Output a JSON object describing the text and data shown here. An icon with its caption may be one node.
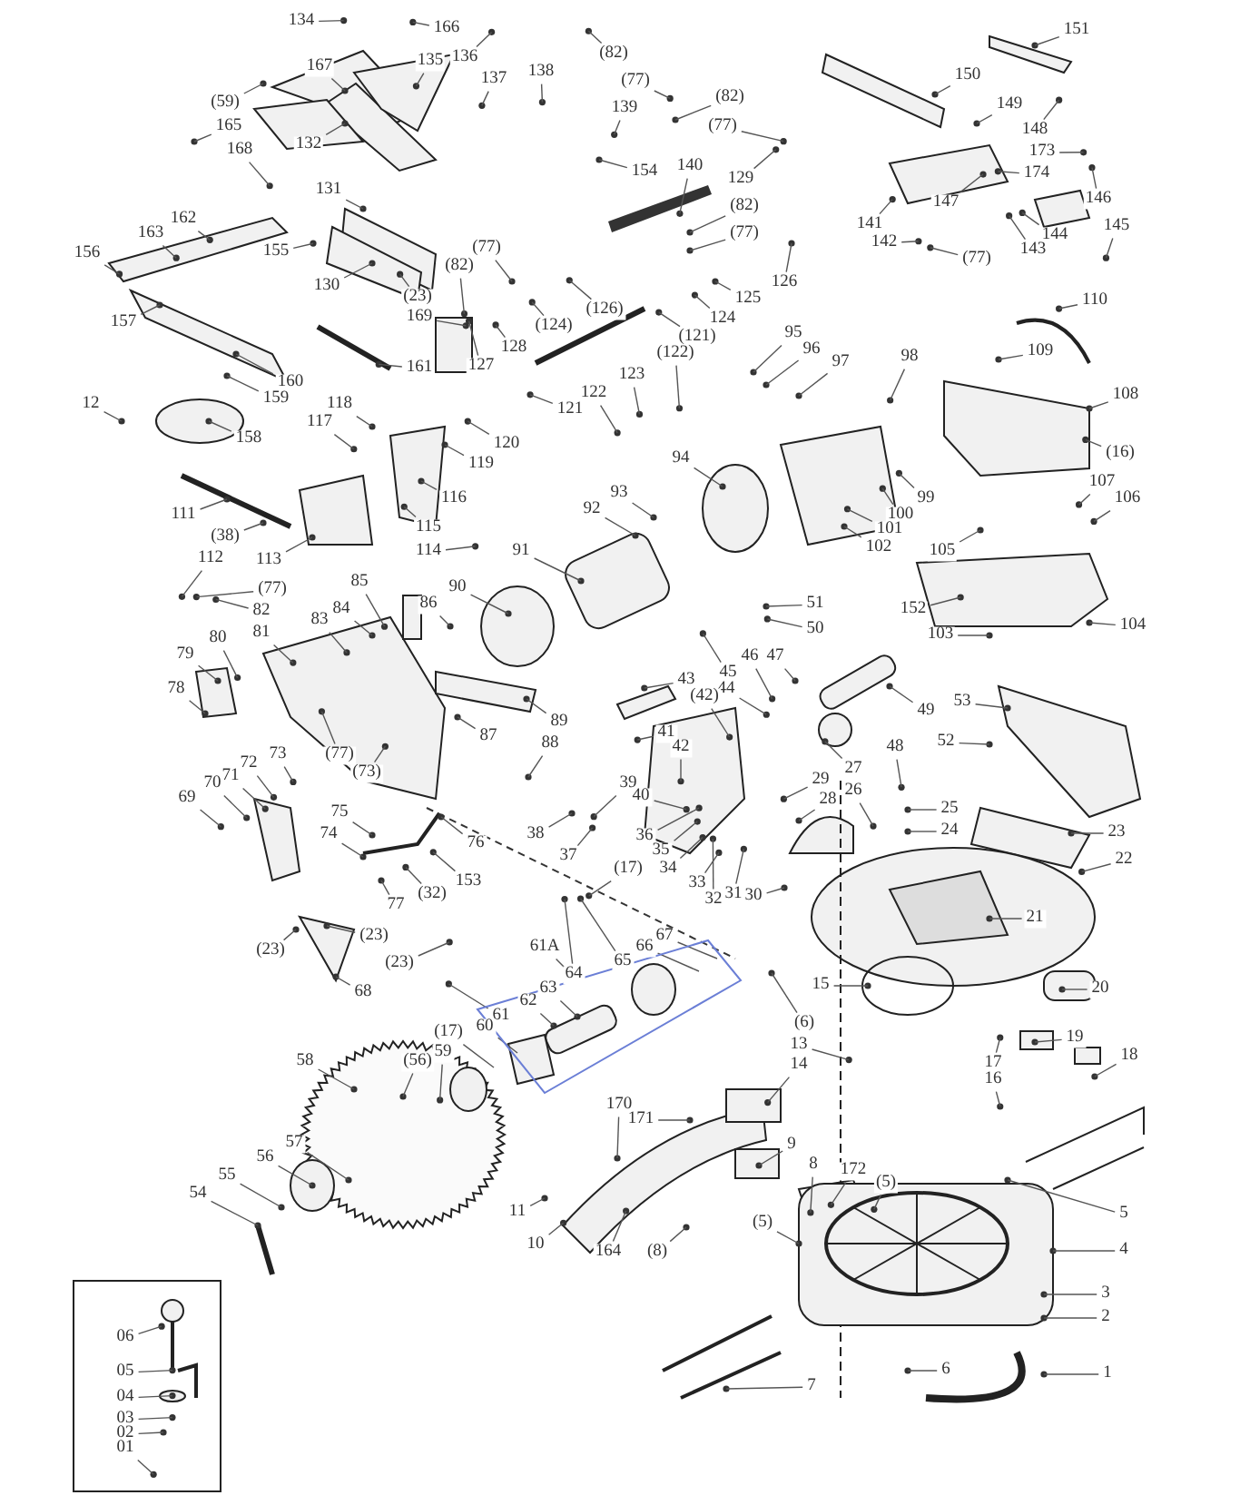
{
  "diagram": {
    "nodes": [
      {
        "text": [],
        "shape": "box"
      },
      {
        "text": [],
        "shape": "parallelogram"
      },
      {
        "text": [
          "61A"
        ]
      },
      {
        "text": [
          "134"
        ]
      },
      {
        "text": [
          "166"
        ]
      },
      {
        "text": [
          "135"
        ]
      },
      {
        "text": [
          "136"
        ]
      },
      {
        "text": [
          "167"
        ]
      },
      {
        "text": [
          "137"
        ]
      },
      {
        "text": [
          "138"
        ]
      },
      {
        "text": [
          "(59)"
        ]
      },
      {
        "text": [
          "165"
        ]
      },
      {
        "text": [
          "132"
        ]
      },
      {
        "text": [
          "168"
        ]
      },
      {
        "text": [
          "(82)"
        ]
      },
      {
        "text": [
          "(77)"
        ]
      },
      {
        "text": [
          "139"
        ]
      },
      {
        "text": [
          "(82)"
        ]
      },
      {
        "text": [
          "(77)"
        ]
      },
      {
        "text": [
          "154"
        ]
      },
      {
        "text": [
          "140"
        ]
      },
      {
        "text": [
          "129"
        ]
      },
      {
        "text": [
          "(82)"
        ]
      },
      {
        "text": [
          "(77)"
        ]
      },
      {
        "text": [
          "126"
        ]
      },
      {
        "text": [
          "125"
        ]
      },
      {
        "text": [
          "124"
        ]
      },
      {
        "text": [
          "(121)"
        ]
      },
      {
        "text": [
          "(122)"
        ]
      },
      {
        "text": [
          "123"
        ]
      },
      {
        "text": [
          "131"
        ]
      },
      {
        "text": [
          "162"
        ]
      },
      {
        "text": [
          "163"
        ]
      },
      {
        "text": [
          "156"
        ]
      },
      {
        "text": [
          "155"
        ]
      },
      {
        "text": [
          "130"
        ]
      },
      {
        "text": [
          "(77)"
        ]
      },
      {
        "text": [
          "(82)"
        ]
      },
      {
        "text": [
          "(23)"
        ]
      },
      {
        "text": [
          "169"
        ]
      },
      {
        "text": [
          "(126)"
        ]
      },
      {
        "text": [
          "(124)"
        ]
      },
      {
        "text": [
          "128"
        ]
      },
      {
        "text": [
          "127"
        ]
      },
      {
        "text": [
          "122"
        ]
      },
      {
        "text": [
          "121"
        ]
      },
      {
        "text": [
          "157"
        ]
      },
      {
        "text": [
          "160"
        ]
      },
      {
        "text": [
          "159"
        ]
      },
      {
        "text": [
          "161"
        ]
      },
      {
        "text": [
          "12"
        ]
      },
      {
        "text": [
          "158"
        ]
      },
      {
        "text": [
          "118"
        ]
      },
      {
        "text": [
          "117"
        ]
      },
      {
        "text": [
          "120"
        ]
      },
      {
        "text": [
          "119"
        ]
      },
      {
        "text": [
          "116"
        ]
      },
      {
        "text": [
          "111"
        ]
      },
      {
        "text": [
          "(38)"
        ]
      },
      {
        "text": [
          "115"
        ]
      },
      {
        "text": [
          "112"
        ]
      },
      {
        "text": [
          "113"
        ]
      },
      {
        "text": [
          "114"
        ]
      },
      {
        "text": [
          "151"
        ]
      },
      {
        "text": [
          "150"
        ]
      },
      {
        "text": [
          "149"
        ]
      },
      {
        "text": [
          "148"
        ]
      },
      {
        "text": [
          "173"
        ]
      },
      {
        "text": [
          "174"
        ]
      },
      {
        "text": [
          "147"
        ]
      },
      {
        "text": [
          "146"
        ]
      },
      {
        "text": [
          "145"
        ]
      },
      {
        "text": [
          "141"
        ]
      },
      {
        "text": [
          "142"
        ]
      },
      {
        "text": [
          "144"
        ]
      },
      {
        "text": [
          "143"
        ]
      },
      {
        "text": [
          "(77)"
        ]
      },
      {
        "text": [
          "110"
        ]
      },
      {
        "text": [
          "109"
        ]
      },
      {
        "text": [
          "108"
        ]
      },
      {
        "text": [
          "(16)"
        ]
      },
      {
        "text": [
          "107"
        ]
      },
      {
        "text": [
          "106"
        ]
      },
      {
        "text": [
          "95"
        ]
      },
      {
        "text": [
          "96"
        ]
      },
      {
        "text": [
          "97"
        ]
      },
      {
        "text": [
          "98"
        ]
      },
      {
        "text": [
          "94"
        ]
      },
      {
        "text": [
          "93"
        ]
      },
      {
        "text": [
          "92"
        ]
      },
      {
        "text": [
          "99"
        ]
      },
      {
        "text": [
          "100"
        ]
      },
      {
        "text": [
          "101"
        ]
      },
      {
        "text": [
          "102"
        ]
      },
      {
        "text": [
          "105"
        ]
      },
      {
        "text": [
          "152"
        ]
      },
      {
        "text": [
          "104"
        ]
      },
      {
        "text": [
          "103"
        ]
      },
      {
        "text": [
          "91"
        ]
      },
      {
        "text": [
          "85"
        ]
      },
      {
        "text": [
          "90"
        ]
      },
      {
        "text": [
          "86"
        ]
      },
      {
        "text": [
          "(77)"
        ]
      },
      {
        "text": [
          "82"
        ]
      },
      {
        "text": [
          "84"
        ]
      },
      {
        "text": [
          "83"
        ]
      },
      {
        "text": [
          "80"
        ]
      },
      {
        "text": [
          "81"
        ]
      },
      {
        "text": [
          "79"
        ]
      },
      {
        "text": [
          "78"
        ]
      },
      {
        "text": [
          "89"
        ]
      },
      {
        "text": [
          "87"
        ]
      },
      {
        "text": [
          "88"
        ]
      },
      {
        "text": [
          "51"
        ]
      },
      {
        "text": [
          "50"
        ]
      },
      {
        "text": [
          "46"
        ]
      },
      {
        "text": [
          "47"
        ]
      },
      {
        "text": [
          "45"
        ]
      },
      {
        "text": [
          "44"
        ]
      },
      {
        "text": [
          "43"
        ]
      },
      {
        "text": [
          "(42)"
        ]
      },
      {
        "text": [
          "41"
        ]
      },
      {
        "text": [
          "42"
        ]
      },
      {
        "text": [
          "49"
        ]
      },
      {
        "text": [
          "48"
        ]
      },
      {
        "text": [
          "53"
        ]
      },
      {
        "text": [
          "52"
        ]
      },
      {
        "text": [
          "39"
        ]
      },
      {
        "text": [
          "40"
        ]
      },
      {
        "text": [
          "36"
        ]
      },
      {
        "text": [
          "35"
        ]
      },
      {
        "text": [
          "(17)"
        ]
      },
      {
        "text": [
          "34"
        ]
      },
      {
        "text": [
          "29"
        ]
      },
      {
        "text": [
          "28"
        ]
      },
      {
        "text": [
          "27"
        ]
      },
      {
        "text": [
          "26"
        ]
      },
      {
        "text": [
          "25"
        ]
      },
      {
        "text": [
          "24"
        ]
      },
      {
        "text": [
          "23"
        ]
      },
      {
        "text": [
          "22"
        ]
      },
      {
        "text": [
          "33"
        ]
      },
      {
        "text": [
          "32"
        ]
      },
      {
        "text": [
          "31"
        ]
      },
      {
        "text": [
          "30"
        ]
      },
      {
        "text": [
          "21"
        ]
      },
      {
        "text": [
          "20"
        ]
      },
      {
        "text": [
          "15"
        ]
      },
      {
        "text": [
          "38"
        ]
      },
      {
        "text": [
          "37"
        ]
      },
      {
        "text": [
          "(73)"
        ]
      },
      {
        "text": [
          "(77)"
        ]
      },
      {
        "text": [
          "73"
        ]
      },
      {
        "text": [
          "72"
        ]
      },
      {
        "text": [
          "71"
        ]
      },
      {
        "text": [
          "70"
        ]
      },
      {
        "text": [
          "69"
        ]
      },
      {
        "text": [
          "75"
        ]
      },
      {
        "text": [
          "74"
        ]
      },
      {
        "text": [
          "76"
        ]
      },
      {
        "text": [
          "153"
        ]
      },
      {
        "text": [
          "(32)"
        ]
      },
      {
        "text": [
          "77"
        ]
      },
      {
        "text": [
          "(23)"
        ]
      },
      {
        "text": [
          "(23)"
        ]
      },
      {
        "text": [
          "(23)"
        ]
      },
      {
        "text": [
          "68"
        ]
      },
      {
        "text": [
          "64"
        ]
      },
      {
        "text": [
          "67"
        ]
      },
      {
        "text": [
          "66"
        ]
      },
      {
        "text": [
          "65"
        ]
      },
      {
        "text": [
          "63"
        ],
        "in": 1
      },
      {
        "text": [
          "62"
        ],
        "in": 1
      },
      {
        "text": [
          "61"
        ],
        "in": 1
      },
      {
        "text": [
          "60"
        ]
      },
      {
        "text": [
          "(17)"
        ]
      },
      {
        "text": [
          "59"
        ]
      },
      {
        "text": [
          "(56)"
        ]
      },
      {
        "text": [
          "58"
        ]
      },
      {
        "text": [
          "57"
        ]
      },
      {
        "text": [
          "56"
        ]
      },
      {
        "text": [
          "55"
        ]
      },
      {
        "text": [
          "54"
        ]
      },
      {
        "text": [
          "11"
        ]
      },
      {
        "text": [
          "10"
        ]
      },
      {
        "text": [
          "164"
        ]
      },
      {
        "text": [
          "(8)"
        ]
      },
      {
        "text": [
          "8"
        ]
      },
      {
        "text": [
          "9"
        ]
      },
      {
        "text": [
          "170"
        ]
      },
      {
        "text": [
          "171"
        ]
      },
      {
        "text": [
          "(6)"
        ]
      },
      {
        "text": [
          "13"
        ]
      },
      {
        "text": [
          "14"
        ]
      },
      {
        "text": [
          "172"
        ]
      },
      {
        "text": [
          "(5)"
        ]
      },
      {
        "text": [
          "(5)"
        ]
      },
      {
        "text": [
          "19"
        ]
      },
      {
        "text": [
          "18"
        ]
      },
      {
        "text": [
          "17"
        ]
      },
      {
        "text": [
          "16"
        ]
      },
      {
        "text": [
          "5"
        ]
      },
      {
        "text": [
          "4"
        ]
      },
      {
        "text": [
          "3"
        ]
      },
      {
        "text": [
          "2"
        ]
      },
      {
        "text": [
          "6"
        ]
      },
      {
        "text": [
          "1"
        ]
      },
      {
        "text": [
          "7"
        ]
      },
      {
        "text": [
          "06"
        ],
        "in": 0
      },
      {
        "text": [
          "05"
        ],
        "in": 0
      },
      {
        "text": [
          "04"
        ],
        "in": 0
      },
      {
        "text": [
          "03"
        ],
        "in": 0
      },
      {
        "text": [
          "02"
        ],
        "in": 0
      },
      {
        "text": [
          "01"
        ],
        "in": 0
      }
    ],
    "edges": [
      {
        "from": 2,
        "to": 1,
        "arrow": "none"
      },
      {
        "from": 3,
        "to": null,
        "arrow": "none"
      },
      {
        "from": 4,
        "to": null,
        "arrow": "none"
      },
      {
        "from": 5,
        "to": null,
        "arrow": "none"
      },
      {
        "from": 6,
        "to": null,
        "arrow": "none"
      },
      {
        "from": 7,
        "to": null,
        "arrow": "none"
      },
      {
        "from": 8,
        "to": null,
        "arrow": "none"
      },
      {
        "from": 9,
        "to": null,
        "arrow": "none"
      },
      {
        "from": 10,
        "to": null,
        "arrow": "none"
      },
      {
        "from": 11,
        "to": null,
        "arrow": "none"
      },
      {
        "from": 12,
        "to": null,
        "arrow": "none"
      },
      {
        "from": 13,
        "to": null,
        "arrow": "none"
      },
      {
        "from": 14,
        "to": null,
        "arrow": "none"
      },
      {
        "from": 15,
        "to": null,
        "arrow": "none"
      },
      {
        "from": 16,
        "to": null,
        "arrow": "none"
      },
      {
        "from": 17,
        "to": null,
        "arrow": "none"
      },
      {
        "from": 18,
        "to": null,
        "arrow": "none"
      },
      {
        "from": 19,
        "to": null,
        "arrow": "none"
      },
      {
        "from": 20,
        "to": null,
        "arrow": "none"
      },
      {
        "from": 21,
        "to": null,
        "arrow": "none"
      },
      {
        "from": 22,
        "to": null,
        "arrow": "none"
      },
      {
        "from": 23,
        "to": null,
        "arrow": "none"
      },
      {
        "from": 24,
        "to": null,
        "arrow": "none"
      },
      {
        "from": 25,
        "to": null,
        "arrow": "none"
      },
      {
        "from": 26,
        "to": null,
        "arrow": "none"
      },
      {
        "from": 27,
        "to": null,
        "arrow": "none"
      },
      {
        "from": 28,
        "to": null,
        "arrow": "none"
      },
      {
        "from": 29,
        "to": null,
        "arrow": "none"
      },
      {
        "from": 30,
        "to": null,
        "arrow": "none"
      },
      {
        "from": 31,
        "to": null,
        "arrow": "none"
      },
      {
        "from": 32,
        "to": null,
        "arrow": "none"
      },
      {
        "from": 33,
        "to": null,
        "arrow": "none"
      },
      {
        "from": 34,
        "to": null,
        "arrow": "none"
      },
      {
        "from": 35,
        "to": null,
        "arrow": "none"
      },
      {
        "from": 36,
        "to": null,
        "arrow": "none"
      },
      {
        "from": 37,
        "to": null,
        "arrow": "none"
      },
      {
        "from": 38,
        "to": null,
        "arrow": "none"
      },
      {
        "from": 39,
        "to": null,
        "arrow": "none"
      },
      {
        "from": 40,
        "to": null,
        "arrow": "none"
      },
      {
        "from": 41,
        "to": null,
        "arrow": "none"
      },
      {
        "from": 42,
        "to": null,
        "arrow": "none"
      },
      {
        "from": 43,
        "to": null,
        "arrow": "none"
      },
      {
        "from": 44,
        "to": null,
        "arrow": "none"
      },
      {
        "from": 45,
        "to": null,
        "arrow": "none"
      },
      {
        "from": 46,
        "to": null,
        "arrow": "none"
      },
      {
        "from": 47,
        "to": null,
        "arrow": "none"
      },
      {
        "from": 48,
        "to": null,
        "arrow": "none"
      },
      {
        "from": 49,
        "to": null,
        "arrow": "none"
      },
      {
        "from": 50,
        "to": null,
        "arrow": "none"
      },
      {
        "from": 51,
        "to": null,
        "arrow": "none"
      },
      {
        "from": 52,
        "to": null,
        "arrow": "none"
      },
      {
        "from": 53,
        "to": null,
        "arrow": "none"
      },
      {
        "from": 54,
        "to": null,
        "arrow": "none"
      },
      {
        "from": 55,
        "to": null,
        "arrow": "none"
      },
      {
        "from": 56,
        "to": null,
        "arrow": "none"
      },
      {
        "from": 57,
        "to": null,
        "arrow": "none"
      },
      {
        "from": 58,
        "to": null,
        "arrow": "none"
      },
      {
        "from": 59,
        "to": null,
        "arrow": "none"
      },
      {
        "from": 60,
        "to": null,
        "arrow": "none"
      },
      {
        "from": 61,
        "to": null,
        "arrow": "none"
      },
      {
        "from": 62,
        "to": null,
        "arrow": "none"
      },
      {
        "from": 63,
        "to": null,
        "arrow": "none"
      },
      {
        "from": 64,
        "to": null,
        "arrow": "none"
      },
      {
        "from": 65,
        "to": null,
        "arrow": "none"
      },
      {
        "from": 66,
        "to": null,
        "arrow": "none"
      },
      {
        "from": 67,
        "to": null,
        "arrow": "none"
      },
      {
        "from": 68,
        "to": null,
        "arrow": "none"
      },
      {
        "from": 69,
        "to": null,
        "arrow": "none"
      },
      {
        "from": 70,
        "to": null,
        "arrow": "none"
      },
      {
        "from": 71,
        "to": null,
        "arrow": "none"
      },
      {
        "from": 72,
        "to": null,
        "arrow": "none"
      },
      {
        "from": 73,
        "to": null,
        "arrow": "none"
      },
      {
        "from": 74,
        "to": null,
        "arrow": "none"
      },
      {
        "from": 75,
        "to": null,
        "arrow": "none"
      },
      {
        "from": 76,
        "to": null,
        "arrow": "none"
      },
      {
        "from": 77,
        "to": null,
        "arrow": "none"
      },
      {
        "from": 78,
        "to": null,
        "arrow": "none"
      },
      {
        "from": 79,
        "to": null,
        "arrow": "none"
      },
      {
        "from": 80,
        "to": null,
        "arrow": "none"
      },
      {
        "from": 81,
        "to": null,
        "arrow": "none"
      },
      {
        "from": 82,
        "to": null,
        "arrow": "none"
      },
      {
        "from": 83,
        "to": null,
        "arrow": "none"
      },
      {
        "from": 84,
        "to": null,
        "arrow": "none"
      },
      {
        "from": 85,
        "to": null,
        "arrow": "none"
      },
      {
        "from": 86,
        "to": null,
        "arrow": "none"
      },
      {
        "from": 87,
        "to": null,
        "arrow": "none"
      },
      {
        "from": 88,
        "to": null,
        "arrow": "none"
      },
      {
        "from": 89,
        "to": null,
        "arrow": "none"
      },
      {
        "from": 90,
        "to": null,
        "arrow": "none"
      },
      {
        "from": 91,
        "to": null,
        "arrow": "none"
      },
      {
        "from": 92,
        "to": null,
        "arrow": "none"
      },
      {
        "from": 93,
        "to": null,
        "arrow": "none"
      },
      {
        "from": 94,
        "to": null,
        "arrow": "none"
      },
      {
        "from": 95,
        "to": null,
        "arrow": "none"
      },
      {
        "from": 96,
        "to": null,
        "arrow": "none"
      },
      {
        "from": 97,
        "to": null,
        "arrow": "none"
      },
      {
        "from": 98,
        "to": null,
        "arrow": "none"
      },
      {
        "from": 99,
        "to": null,
        "arrow": "none"
      },
      {
        "from": 100,
        "to": null,
        "arrow": "none"
      },
      {
        "from": 101,
        "to": null,
        "arrow": "none"
      },
      {
        "from": 102,
        "to": null,
        "arrow": "none"
      },
      {
        "from": 103,
        "to": null,
        "arrow": "none"
      },
      {
        "from": 104,
        "to": null,
        "arrow": "none"
      },
      {
        "from": 105,
        "to": null,
        "arrow": "none"
      },
      {
        "from": 106,
        "to": null,
        "arrow": "none"
      },
      {
        "from": 107,
        "to": null,
        "arrow": "none"
      },
      {
        "from": 108,
        "to": null,
        "arrow": "none"
      },
      {
        "from": 109,
        "to": null,
        "arrow": "none"
      },
      {
        "from": 110,
        "to": null,
        "arrow": "none"
      },
      {
        "from": 111,
        "to": null,
        "arrow": "none"
      },
      {
        "from": 112,
        "to": null,
        "arrow": "none"
      },
      {
        "from": 113,
        "to": null,
        "arrow": "none"
      },
      {
        "from": 114,
        "to": null,
        "arrow": "none"
      },
      {
        "from": 115,
        "to": null,
        "arrow": "none"
      },
      {
        "from": 116,
        "to": null,
        "arrow": "none"
      },
      {
        "from": 117,
        "to": null,
        "arrow": "none"
      },
      {
        "from": 118,
        "to": null,
        "arrow": "none"
      },
      {
        "from": 119,
        "to": null,
        "arrow": "none"
      },
      {
        "from": 120,
        "to": null,
        "arrow": "none"
      },
      {
        "from": 121,
        "to": null,
        "arrow": "none"
      },
      {
        "from": 122,
        "to": null,
        "arrow": "none"
      },
      {
        "from": 123,
        "to": null,
        "arrow": "none"
      },
      {
        "from": 124,
        "to": null,
        "arrow": "none"
      },
      {
        "from": 125,
        "to": null,
        "arrow": "none"
      },
      {
        "from": 126,
        "to": null,
        "arrow": "none"
      },
      {
        "from": 127,
        "to": null,
        "arrow": "none"
      },
      {
        "from": 128,
        "to": null,
        "arrow": "none"
      },
      {
        "from": 129,
        "to": null,
        "arrow": "none"
      },
      {
        "from": 130,
        "to": null,
        "arrow": "none"
      },
      {
        "from": 131,
        "to": null,
        "arrow": "none"
      },
      {
        "from": 132,
        "to": null,
        "arrow": "none"
      },
      {
        "from": 133,
        "to": null,
        "arrow": "none"
      },
      {
        "from": 134,
        "to": null,
        "arrow": "none"
      },
      {
        "from": 135,
        "to": null,
        "arrow": "none"
      },
      {
        "from": 136,
        "to": null,
        "arrow": "none"
      },
      {
        "from": 137,
        "to": null,
        "arrow": "none"
      },
      {
        "from": 138,
        "to": null,
        "arrow": "none"
      },
      {
        "from": 139,
        "to": null,
        "arrow": "none"
      },
      {
        "from": 140,
        "to": null,
        "arrow": "none"
      },
      {
        "from": 141,
        "to": null,
        "arrow": "none"
      },
      {
        "from": 142,
        "to": null,
        "arrow": "none"
      },
      {
        "from": 143,
        "to": null,
        "arrow": "none"
      },
      {
        "from": 144,
        "to": null,
        "arrow": "none"
      },
      {
        "from": 145,
        "to": null,
        "arrow": "none"
      },
      {
        "from": 146,
        "to": null,
        "arrow": "none"
      },
      {
        "from": 147,
        "to": null,
        "arrow": "none"
      },
      {
        "from": 148,
        "to": null,
        "arrow": "none"
      },
      {
        "from": 149,
        "to": null,
        "arrow": "none"
      },
      {
        "from": 150,
        "to": null,
        "arrow": "none"
      },
      {
        "from": 151,
        "to": null,
        "arrow": "none"
      },
      {
        "from": 152,
        "to": null,
        "arrow": "none"
      },
      {
        "from": 153,
        "to": null,
        "arrow": "none"
      },
      {
        "from": 154,
        "to": null,
        "arrow": "none"
      },
      {
        "from": 155,
        "to": null,
        "arrow": "none"
      },
      {
        "from": 156,
        "to": null,
        "arrow": "none"
      },
      {
        "from": 157,
        "to": null,
        "arrow": "none"
      },
      {
        "from": 158,
        "to": null,
        "arrow": "none"
      },
      {
        "from": 159,
        "to": null,
        "arrow": "none"
      },
      {
        "from": 160,
        "to": null,
        "arrow": "none"
      },
      {
        "from": 161,
        "to": null,
        "arrow": "none"
      },
      {
        "from": 162,
        "to": null,
        "arrow": "none"
      },
      {
        "from": 163,
        "to": null,
        "arrow": "none"
      },
      {
        "from": 164,
        "to": null,
        "arrow": "none"
      },
      {
        "from": 165,
        "to": null,
        "arrow": "none"
      },
      {
        "from": 168,
        "to": 1,
        "arrow": "none"
      },
      {
        "from": 169,
        "to": 1,
        "arrow": "none"
      },
      {
        "from": 166,
        "to": null,
        "arrow": "none"
      },
      {
        "from": 167,
        "to": null,
        "arrow": "none"
      },
      {
        "from": 170,
        "to": null,
        "arrow": "none"
      },
      {
        "from": 171,
        "to": null,
        "arrow": "none"
      },
      {
        "from": 172,
        "to": null,
        "arrow": "none"
      },
      {
        "from": 173,
        "to": null,
        "arrow": "none"
      },
      {
        "from": 174,
        "to": 1,
        "arrow": "none"
      },
      {
        "from": 175,
        "to": 1,
        "arrow": "none"
      },
      {
        "from": 176,
        "to": null,
        "arrow": "none"
      },
      {
        "from": 177,
        "to": null,
        "arrow": "none"
      },
      {
        "from": 178,
        "to": null,
        "arrow": "none"
      },
      {
        "from": 179,
        "to": null,
        "arrow": "none"
      },
      {
        "from": 180,
        "to": null,
        "arrow": "none"
      },
      {
        "from": 181,
        "to": null,
        "arrow": "none"
      },
      {
        "from": 182,
        "to": null,
        "arrow": "none"
      },
      {
        "from": 183,
        "to": null,
        "arrow": "none"
      },
      {
        "from": 184,
        "to": null,
        "arrow": "none"
      },
      {
        "from": 185,
        "to": null,
        "arrow": "none"
      },
      {
        "from": 186,
        "to": null,
        "arrow": "none"
      },
      {
        "from": 187,
        "to": null,
        "arrow": "none"
      },
      {
        "from": 188,
        "to": null,
        "arrow": "none"
      },
      {
        "from": 189,
        "to": null,
        "arrow": "none"
      },
      {
        "from": 190,
        "to": null,
        "arrow": "none"
      },
      {
        "from": 191,
        "to": null,
        "arrow": "none"
      },
      {
        "from": 192,
        "to": null,
        "arrow": "none"
      },
      {
        "from": 193,
        "to": null,
        "arrow": "none"
      },
      {
        "from": 194,
        "to": null,
        "arrow": "none"
      },
      {
        "from": 195,
        "to": null,
        "arrow": "none"
      },
      {
        "from": 196,
        "to": null,
        "arrow": "none"
      },
      {
        "from": 197,
        "to": null,
        "arrow": "none"
      },
      {
        "from": 198,
        "to": null,
        "arrow": "none"
      },
      {
        "from": 199,
        "to": null,
        "arrow": "none"
      },
      {
        "from": 200,
        "to": null,
        "arrow": "none"
      },
      {
        "from": 201,
        "to": null,
        "arrow": "none"
      },
      {
        "from": 202,
        "to": null,
        "arrow": "none"
      },
      {
        "from": 203,
        "to": null,
        "arrow": "none"
      },
      {
        "from": 204,
        "to": null,
        "arrow": "none"
      },
      {
        "from": 205,
        "to": null,
        "arrow": "none"
      },
      {
        "from": 206,
        "to": null,
        "arrow": "none"
      },
      {
        "from": 207,
        "to": null,
        "arrow": "none"
      },
      {
        "from": 208,
        "to": null,
        "arrow": "none"
      },
      {
        "from": 209,
        "to": null,
        "arrow": "none"
      },
      {
        "from": 210,
        "to": null,
        "arrow": "none"
      },
      {
        "from": 211,
        "to": null,
        "arrow": "none"
      },
      {
        "from": 212,
        "to": null,
        "arrow": "none"
      },
      {
        "from": 213,
        "to": null,
        "arrow": "none"
      }
    ]
  }
}
